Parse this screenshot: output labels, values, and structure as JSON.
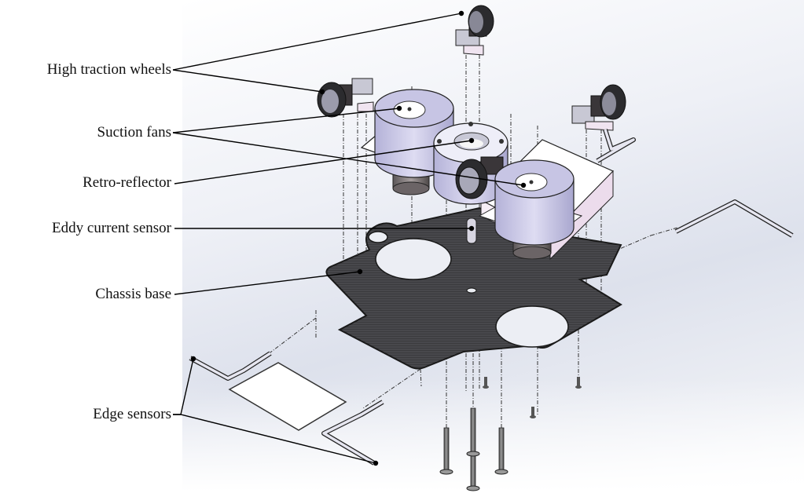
{
  "figure": {
    "type": "exploded-assembly-diagram",
    "subject": "Robot chassis assembly"
  },
  "callouts": [
    {
      "id": "wheels",
      "label": "High traction wheels",
      "targets": 2
    },
    {
      "id": "fans",
      "label": "Suction fans",
      "targets": 2
    },
    {
      "id": "reflector",
      "label": "Retro-reflector",
      "targets": 1
    },
    {
      "id": "eddy",
      "label": "Eddy current sensor",
      "targets": 1
    },
    {
      "id": "chassis",
      "label": "Chassis base",
      "targets": 1
    },
    {
      "id": "edge",
      "label": "Edge sensors",
      "targets": 2
    }
  ],
  "colors": {
    "leader_line": "#000000",
    "carbon_plate": "#3a3a3c",
    "fan_body": "#c9c8e6",
    "wheel": "#2b2b2e",
    "bracket": "#e8d8e8",
    "metal": "#a4a4b0"
  }
}
